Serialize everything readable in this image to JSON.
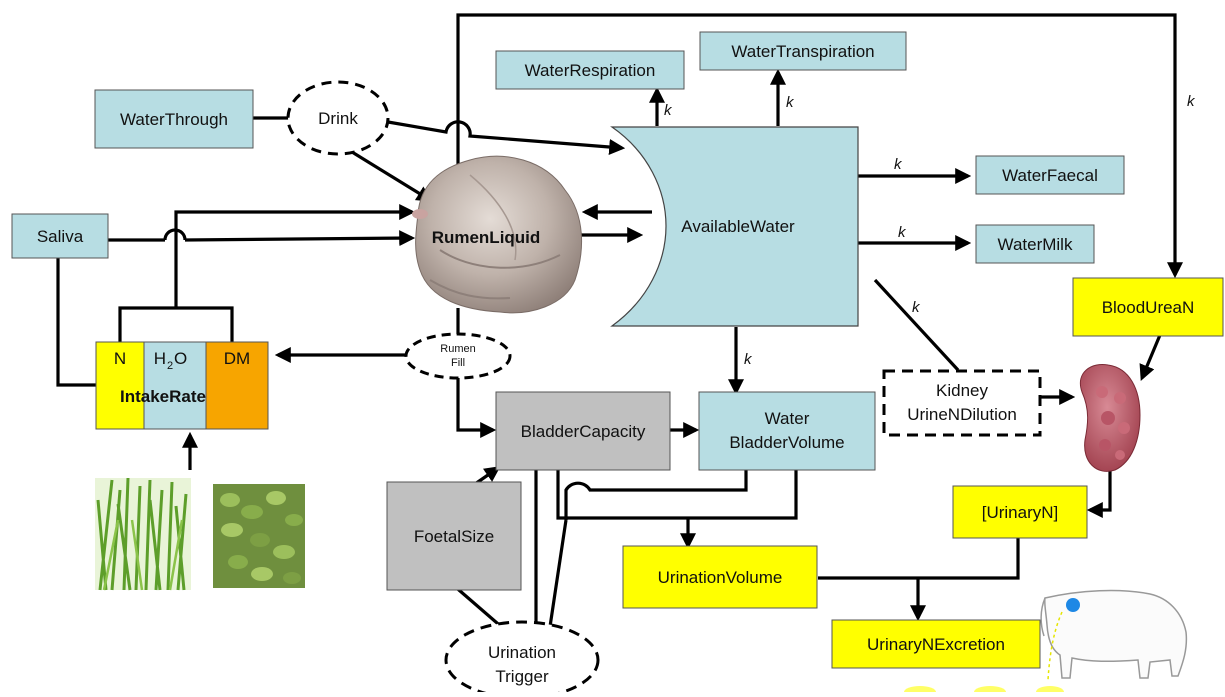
{
  "nodes": {
    "water_through": "WaterThrough",
    "drink": "Drink",
    "saliva": "Saliva",
    "water_respiration": "WaterRespiration",
    "water_transpiration": "WaterTranspiration",
    "available_water": "AvailableWater",
    "rumen_liquid": "RumenLiquid",
    "water_faecal": "WaterFaecal",
    "water_milk": "WaterMilk",
    "blood_urea_n": "BloodUreaN",
    "rumen_fill_1": "Rumen",
    "rumen_fill_2": "Fill",
    "intake_n": "N",
    "intake_h2o": "H",
    "intake_h2o_sub": "2",
    "intake_h2o_end": "O",
    "intake_dm": "DM",
    "intake_rate": "IntakeRate",
    "bladder_capacity": "BladderCapacity",
    "water_bladder_volume_1": "Water",
    "water_bladder_volume_2": "BladderVolume",
    "kidney_1": "Kidney",
    "kidney_2": "UrineNDilution",
    "urinary_n": "[UrinaryN]",
    "foetal_size": "FoetalSize",
    "urination_volume": "UrinationVolume",
    "urinary_n_excretion": "UrinaryNExcretion",
    "urination_trigger_1": "Urination",
    "urination_trigger_2": "Trigger"
  },
  "rate_label": "k",
  "colors": {
    "teal_box": "#b7dde3",
    "yellow_box": "#ffff00",
    "grey_box": "#c0c0c0",
    "orange_box": "#f7a500"
  },
  "icons": [
    "rumen-organ-image",
    "kidney-organ-image",
    "grass-image",
    "legume-image",
    "cow-outline-image"
  ]
}
